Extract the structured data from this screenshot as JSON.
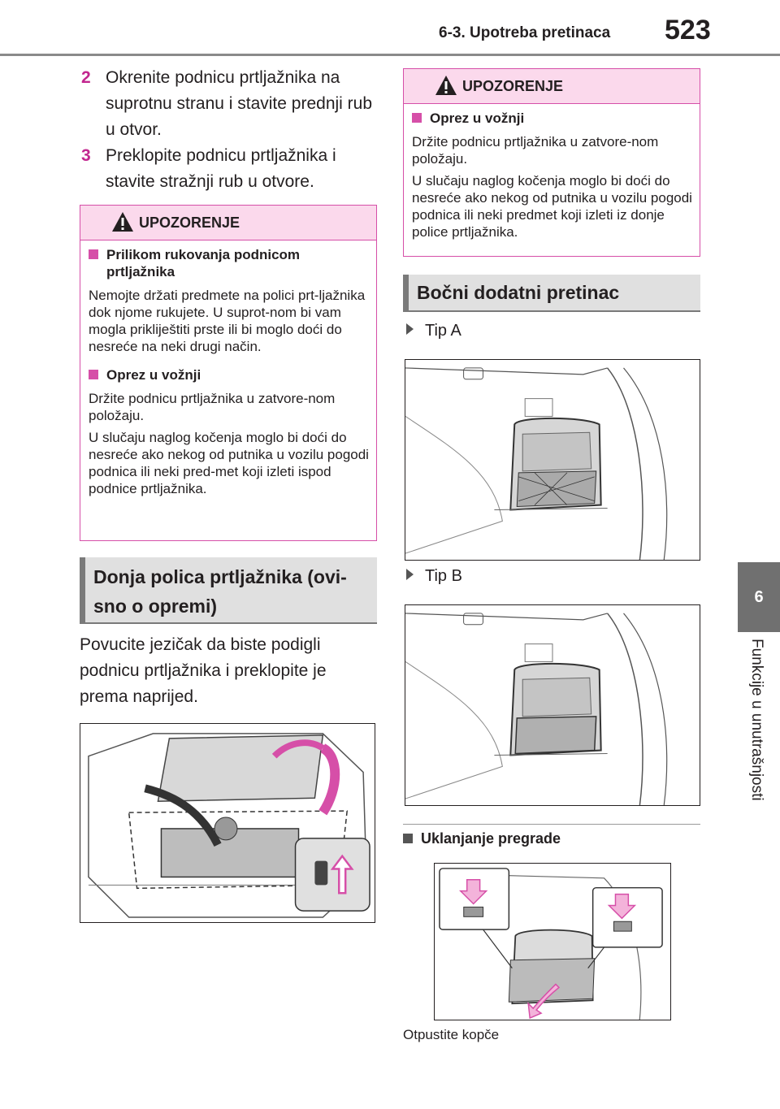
{
  "header": {
    "section_title": "6-3. Upotreba pretinaca",
    "page_number": "523"
  },
  "side_tab": {
    "chapter_number": "6",
    "chapter_title": "Funkcije u unutrašnjosti"
  },
  "steps": [
    {
      "num": "2",
      "text": "Okrenite podnicu prtljažnika na suprotnu stranu i stavite prednji rub u otvor."
    },
    {
      "num": "3",
      "text": "Preklopite podnicu prtljažnika i stavite stražnji rub u otvore."
    }
  ],
  "warning_left": {
    "label": "UPOZORENJE",
    "sub1_title": "Prilikom rukovanja podnicom prtljažnika",
    "sub1_text": "Nemojte držati predmete na polici prt-ljažnika dok njome rukujete. U suprot-nom bi vam mogla prikliještiti prste ili bi moglo doći do nesreće na neki drugi način.",
    "sub2_title": "Oprez u vožnji",
    "sub2_text1": "Držite podnicu prtljažnika u zatvore-nom položaju.",
    "sub2_text2": "U slučaju naglog kočenja moglo bi doći do nesreće ako nekog od putnika u vozilu pogodi podnica ili neki pred-met koji izleti ispod podnice prtljažnika."
  },
  "section_lower_shelf": {
    "title": "Donja polica prtljažnika (ovi-sno o opremi)",
    "body": "Povucite jezičak da biste podigli podnicu prtljažnika i preklopite je prema naprijed."
  },
  "warning_right": {
    "label": "UPOZORENJE",
    "sub_title": "Oprez u vožnji",
    "text1": "Držite podnicu prtljažnika u zatvore-nom položaju.",
    "text2": "U slučaju naglog kočenja moglo bi doći do nesreće ako nekog od putnika u vozilu pogodi podnica ili neki predmet koji izleti iz donje police prtljažnika."
  },
  "section_side_box": {
    "title": "Bočni dodatni pretinac",
    "tip_a": "Tip A",
    "tip_b": "Tip B",
    "removal_title": "Uklanjanje pregrade",
    "caption": "Otpustite kopče"
  },
  "colors": {
    "accent": "#c2268f",
    "warning_border": "#d64fa8",
    "warning_fill": "#fbd9ec",
    "section_fill": "#e0e0e0",
    "tab_gray": "#707070"
  }
}
